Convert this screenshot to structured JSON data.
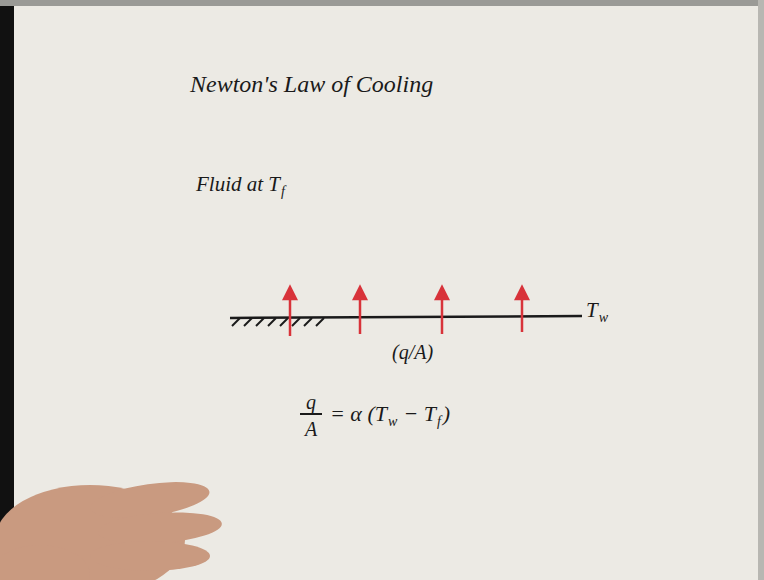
{
  "diagram": {
    "title": "Newton's Law of Cooling",
    "labels": [
      "Fluid at T",
      "f",
      "T",
      "w",
      "(q/A)",
      "q",
      "A",
      "= α (T",
      "w",
      "− T",
      "f",
      ")"
    ]
  }
}
